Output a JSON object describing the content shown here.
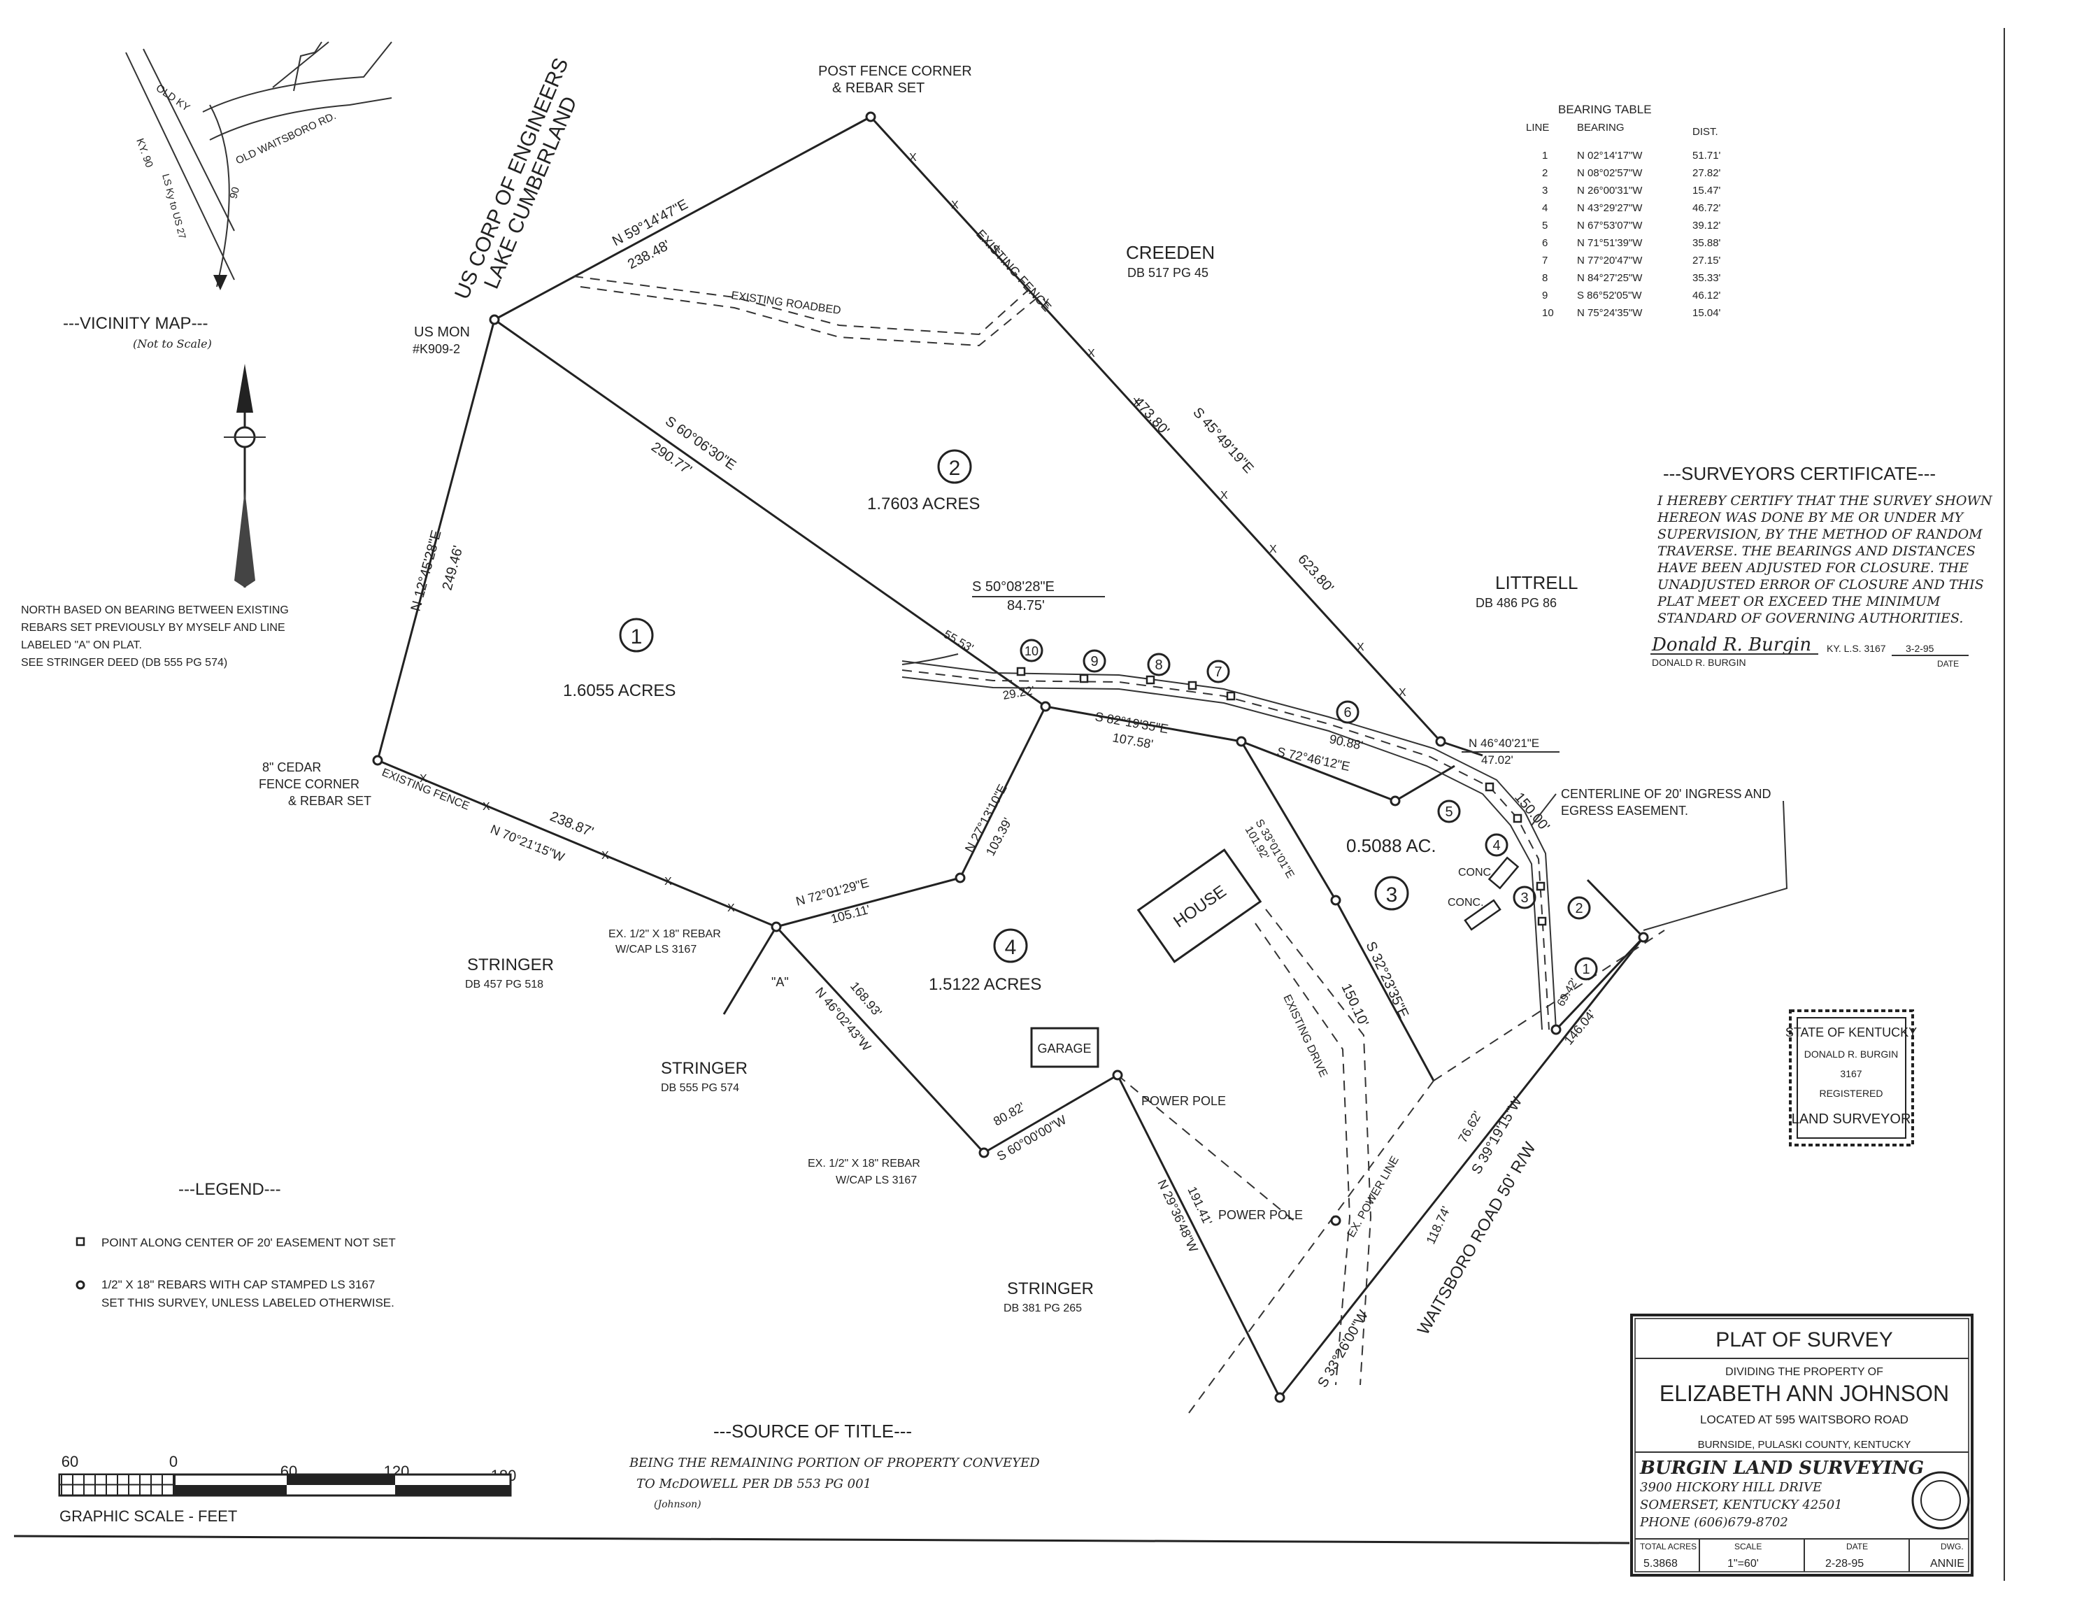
{
  "vicinity": {
    "title": "---VICINITY MAP---",
    "subtitle": "(Not to Scale)",
    "roads": [
      "OLD KY",
      "OLD WAITSBORO RD.",
      "KY. 90",
      "LS Ky to US 27",
      "90"
    ]
  },
  "north_note": [
    "NORTH BASED ON BEARING BETWEEN EXISTING",
    "REBARS SET PREVIOUSLY BY MYSELF AND LINE",
    "LABELED \"A\" ON PLAT.",
    "SEE STRINGER DEED (DB 555 PG 574)"
  ],
  "bearing_table": {
    "title": "BEARING TABLE",
    "headers": [
      "LINE",
      "BEARING",
      "DIST."
    ],
    "rows": [
      [
        "1",
        "N 02°14'17\"W",
        "51.71'"
      ],
      [
        "2",
        "N 08°02'57\"W",
        "27.82'"
      ],
      [
        "3",
        "N 26°00'31\"W",
        "15.47'"
      ],
      [
        "4",
        "N 43°29'27\"W",
        "46.72'"
      ],
      [
        "5",
        "N 67°53'07\"W",
        "39.12'"
      ],
      [
        "6",
        "N 71°51'39\"W",
        "35.88'"
      ],
      [
        "7",
        "N 77°20'47\"W",
        "27.15'"
      ],
      [
        "8",
        "N 84°27'25\"W",
        "35.33'"
      ],
      [
        "9",
        "S 86°52'05\"W",
        "46.12'"
      ],
      [
        "10",
        "N 75°24'35\"W",
        "15.04'"
      ]
    ]
  },
  "certificate": {
    "title": "---SURVEYORS CERTIFICATE---",
    "lines": [
      "I HEREBY CERTIFY THAT THE SURVEY SHOWN",
      "HEREON WAS DONE BY ME OR UNDER MY",
      "SUPERVISION, BY THE METHOD OF RANDOM",
      "TRAVERSE. THE BEARINGS AND DISTANCES",
      "HAVE BEEN ADJUSTED FOR CLOSURE. THE",
      "UNADJUSTED ERROR OF CLOSURE AND THIS",
      "PLAT MEET OR EXCEED THE MINIMUM",
      "STANDARD OF GOVERNING AUTHORITIES."
    ],
    "signature": "Donald R. Burgin",
    "signer": "DONALD R. BURGIN",
    "ls": "KY. L.S. 3167",
    "date": "3-2-95",
    "date_label": "DATE"
  },
  "stamp": {
    "lines": [
      "STATE OF KENTUCKY",
      "DONALD R. BURGIN",
      "3167",
      "REGISTERED",
      "LAND SURVEYOR"
    ]
  },
  "owners": {
    "creeden": "CREEDEN",
    "creeden_db": "DB 517 PG 45",
    "littrell": "LITTRELL",
    "littrell_db": "DB 486 PG 86",
    "stringer1": "STRINGER",
    "stringer1_db": "DB 457 PG 518",
    "stringer2": "STRINGER",
    "stringer2_db": "DB 555 PG 574",
    "stringer3": "STRINGER",
    "stringer3_db": "DB 381 PG 265",
    "corps1": "US CORP OF ENGINEERS",
    "corps2": "LAKE CUMBERLAND"
  },
  "tracts": [
    {
      "num": "1",
      "acres": "1.6055 ACRES"
    },
    {
      "num": "2",
      "acres": "1.7603 ACRES"
    },
    {
      "num": "3",
      "acres": "0.5088 AC."
    },
    {
      "num": "4",
      "acres": "1.5122 ACRES"
    }
  ],
  "line_labels": {
    "a1": "N 59°14'47\"E",
    "a1d": "238.48'",
    "b1": "S 60°06'30\"E",
    "b1d": "290.77'",
    "c1": "N 12°45'28\"E",
    "c1d": "249.46'",
    "d1": "S 45°49'19\"E",
    "d1a": "473.80'",
    "d1b": "623.80'",
    "e1": "S 50°08'28\"E",
    "e1d": "84.75'",
    "e2": "55.53'",
    "e3": "29.22'",
    "f1": "S 82°19'35\"E",
    "f1d": "107.58'",
    "g1": "90.88'",
    "g2": "S 72°46'12\"E",
    "h1": "N 46°40'21\"E",
    "h1d": "47.02'",
    "i1": "150.00'",
    "j1": "238.87'",
    "j2": "N 70°21'15\"W",
    "k1": "N 27°13'10\"E",
    "k1d": "103.39'",
    "l1": "N 72°01'29\"E",
    "l1d": "105.11'",
    "m1": "S 33°01'01\"E",
    "m1d": "101.92'",
    "n1": "S 32°23'35\"E",
    "n1d": "150.10'",
    "o1": "N 46°02'43\"W",
    "o1d": "168.93'",
    "p1": "80.82'",
    "p2": "S 60°00'00\"W",
    "q1": "N 29°36'48\"W",
    "q1d": "191.41'",
    "r1": "76.62'",
    "r2": "S 39°19'15\"W",
    "r3": "146.04'",
    "r4": "69.42'",
    "s1": "S 33°26'00\"W",
    "s1d": "118.74'"
  },
  "labels": {
    "post_fence_1": "POST FENCE CORNER",
    "post_fence_2": "& REBAR SET",
    "existing_fence_ne": "EXISTING FENCE",
    "existing_roadbed": "EXISTING ROADBED",
    "us_mon_1": "US MON",
    "us_mon_2": "#K909-2",
    "cedar_1": "8\" CEDAR",
    "cedar_2": "FENCE CORNER",
    "cedar_3": "& REBAR SET",
    "existing_fence_sw": "EXISTING FENCE",
    "centerline_1": "CENTERLINE OF 20' INGRESS AND",
    "centerline_2": "EGRESS EASEMENT.",
    "rebar_a_1": "EX. 1/2\" X 18\" REBAR",
    "rebar_a_2": "W/CAP LS 3167",
    "line_a": "\"A\"",
    "rebar_b_1": "EX. 1/2\" X 18\" REBAR",
    "rebar_b_2": "W/CAP LS 3167",
    "house": "HOUSE",
    "garage": "GARAGE",
    "power_pole_1": "POWER POLE",
    "power_pole_2": "POWER POLE",
    "existing_drive": "EXISTING DRIVE",
    "power_line": "EX. POWER LINE",
    "road": "WAITSBORO ROAD 50' R/W",
    "conc1": "CONC.",
    "conc2": "CONC."
  },
  "easement_points": [
    "1",
    "2",
    "3",
    "4",
    "5",
    "6",
    "7",
    "8",
    "9",
    "10"
  ],
  "legend": {
    "title": "---LEGEND---",
    "item1": "POINT ALONG CENTER OF 20' EASEMENT NOT SET",
    "item2a": "1/2\" X 18\" REBARS WITH CAP STAMPED LS 3167",
    "item2b": "SET THIS SURVEY, UNLESS LABELED OTHERWISE."
  },
  "source": {
    "title": "---SOURCE OF TITLE---",
    "line1": "BEING THE REMAINING PORTION OF PROPERTY CONVEYED",
    "line2": "TO McDOWELL PER DB 553 PG 001",
    "line3": "(Johnson)"
  },
  "scale": {
    "ticks": [
      "60",
      "0",
      "60",
      "120",
      "180"
    ],
    "label": "GRAPHIC SCALE - FEET"
  },
  "title_block": {
    "title": "PLAT OF SURVEY",
    "dividing": "DIVIDING THE PROPERTY OF",
    "owner": "ELIZABETH ANN JOHNSON",
    "located": "LOCATED AT 595 WAITSBORO ROAD",
    "county": "BURNSIDE, PULASKI COUNTY, KENTUCKY",
    "firm": "BURGIN LAND SURVEYING",
    "address1": "3900 HICKORY HILL DRIVE",
    "address2": "SOMERSET, KENTUCKY 42501",
    "phone": "PHONE (606)679-8702",
    "total_acres_label": "TOTAL ACRES",
    "total_acres": "5.3868",
    "scale_label": "SCALE",
    "scale": "1\"=60'",
    "date_label": "DATE",
    "date": "2-28-95",
    "dwg_label": "DWG.",
    "dwg": "ANNIE"
  }
}
